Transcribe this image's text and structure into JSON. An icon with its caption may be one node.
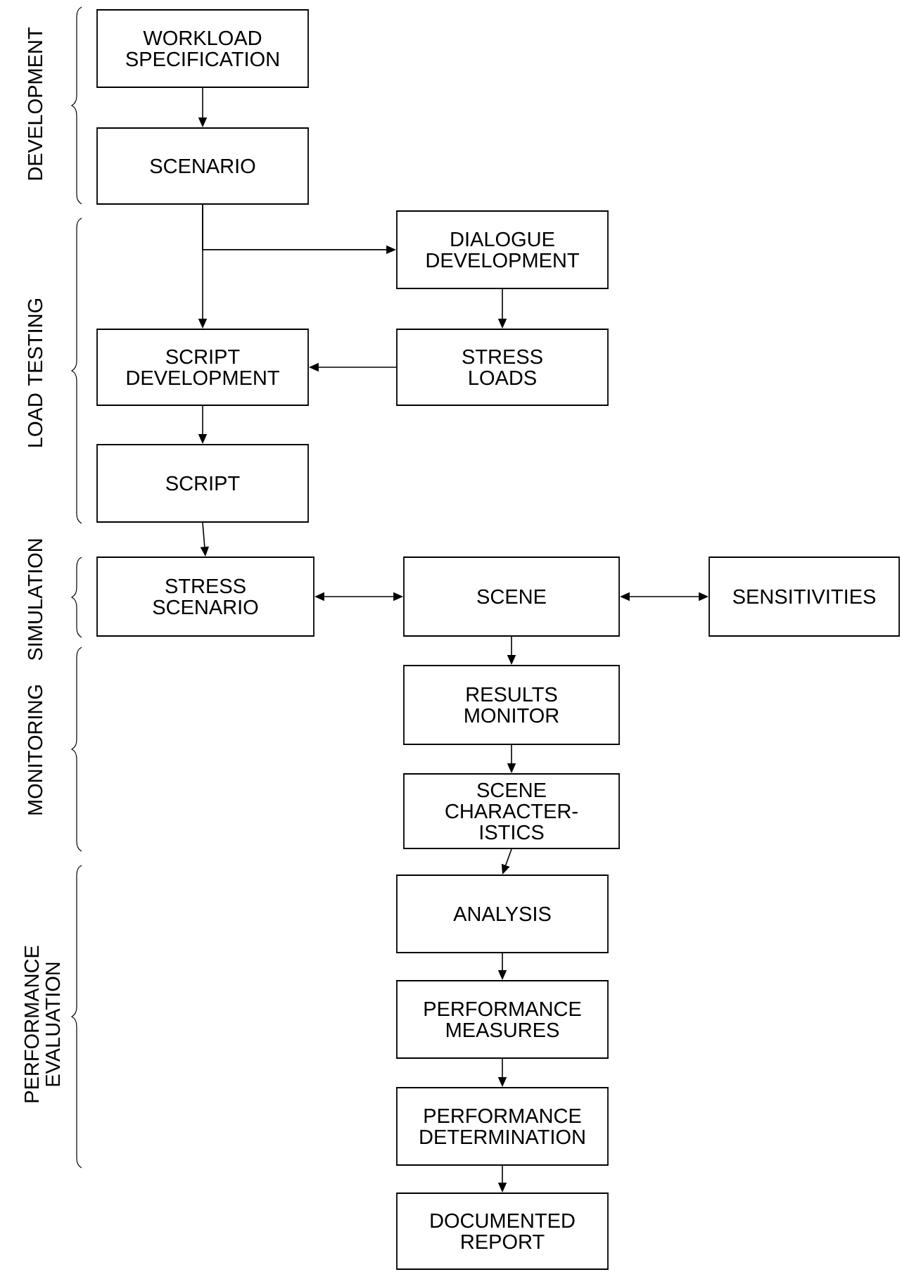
{
  "diagram": {
    "nodes": [
      {
        "text": [
          "WORKLOAD SPECIFICATION"
        ]
      },
      {
        "text": [
          "SCENARIO"
        ]
      },
      {
        "text": [
          "DIALOGUE DEVELOPMENT"
        ]
      },
      {
        "text": [
          "SCRIPT DEVELOPMENT"
        ]
      },
      {
        "text": [
          "STRESS LOADS"
        ]
      },
      {
        "text": [
          "SCRIPT"
        ]
      },
      {
        "text": [
          "STRESS SCENARIO"
        ]
      },
      {
        "text": [
          "SCENE"
        ]
      },
      {
        "text": [
          "SENSITIVITIES"
        ]
      },
      {
        "text": [
          "RESULTS MONITOR"
        ]
      },
      {
        "text": [
          "SCENE CHARACTER- ISTICS"
        ]
      },
      {
        "text": [
          "ANALYSIS"
        ]
      },
      {
        "text": [
          "PERFORMANCE MEASURES"
        ]
      },
      {
        "text": [
          "PERFORMANCE DETERMINATION"
        ]
      },
      {
        "text": [
          "DOCUMENTED REPORT"
        ]
      }
    ],
    "edges": [
      {
        "from": 0,
        "to": 1,
        "arrow": "to"
      },
      {
        "from": 1,
        "to": 2,
        "arrow": "to"
      },
      {
        "from": 1,
        "to": 3,
        "arrow": "to"
      },
      {
        "from": 2,
        "to": 4,
        "arrow": "to"
      },
      {
        "from": 4,
        "to": 3,
        "arrow": "to"
      },
      {
        "from": 3,
        "to": 5,
        "arrow": "to"
      },
      {
        "from": 5,
        "to": 6,
        "arrow": "to"
      },
      {
        "from": 6,
        "to": 7,
        "arrow": "both"
      },
      {
        "from": 7,
        "to": 8,
        "arrow": "both"
      },
      {
        "from": 7,
        "to": 9,
        "arrow": "to"
      },
      {
        "from": 9,
        "to": 10,
        "arrow": "to"
      },
      {
        "from": 10,
        "to": 11,
        "arrow": "to"
      },
      {
        "from": 11,
        "to": 12,
        "arrow": "to"
      },
      {
        "from": 12,
        "to": 13,
        "arrow": "to"
      },
      {
        "from": 13,
        "to": 14,
        "arrow": "to"
      }
    ],
    "labels": [
      "DEVELOPMENT",
      "LOAD TESTING",
      "SIMULATION",
      "MONITORING",
      "PERFORMANCE EVALUATION"
    ]
  }
}
